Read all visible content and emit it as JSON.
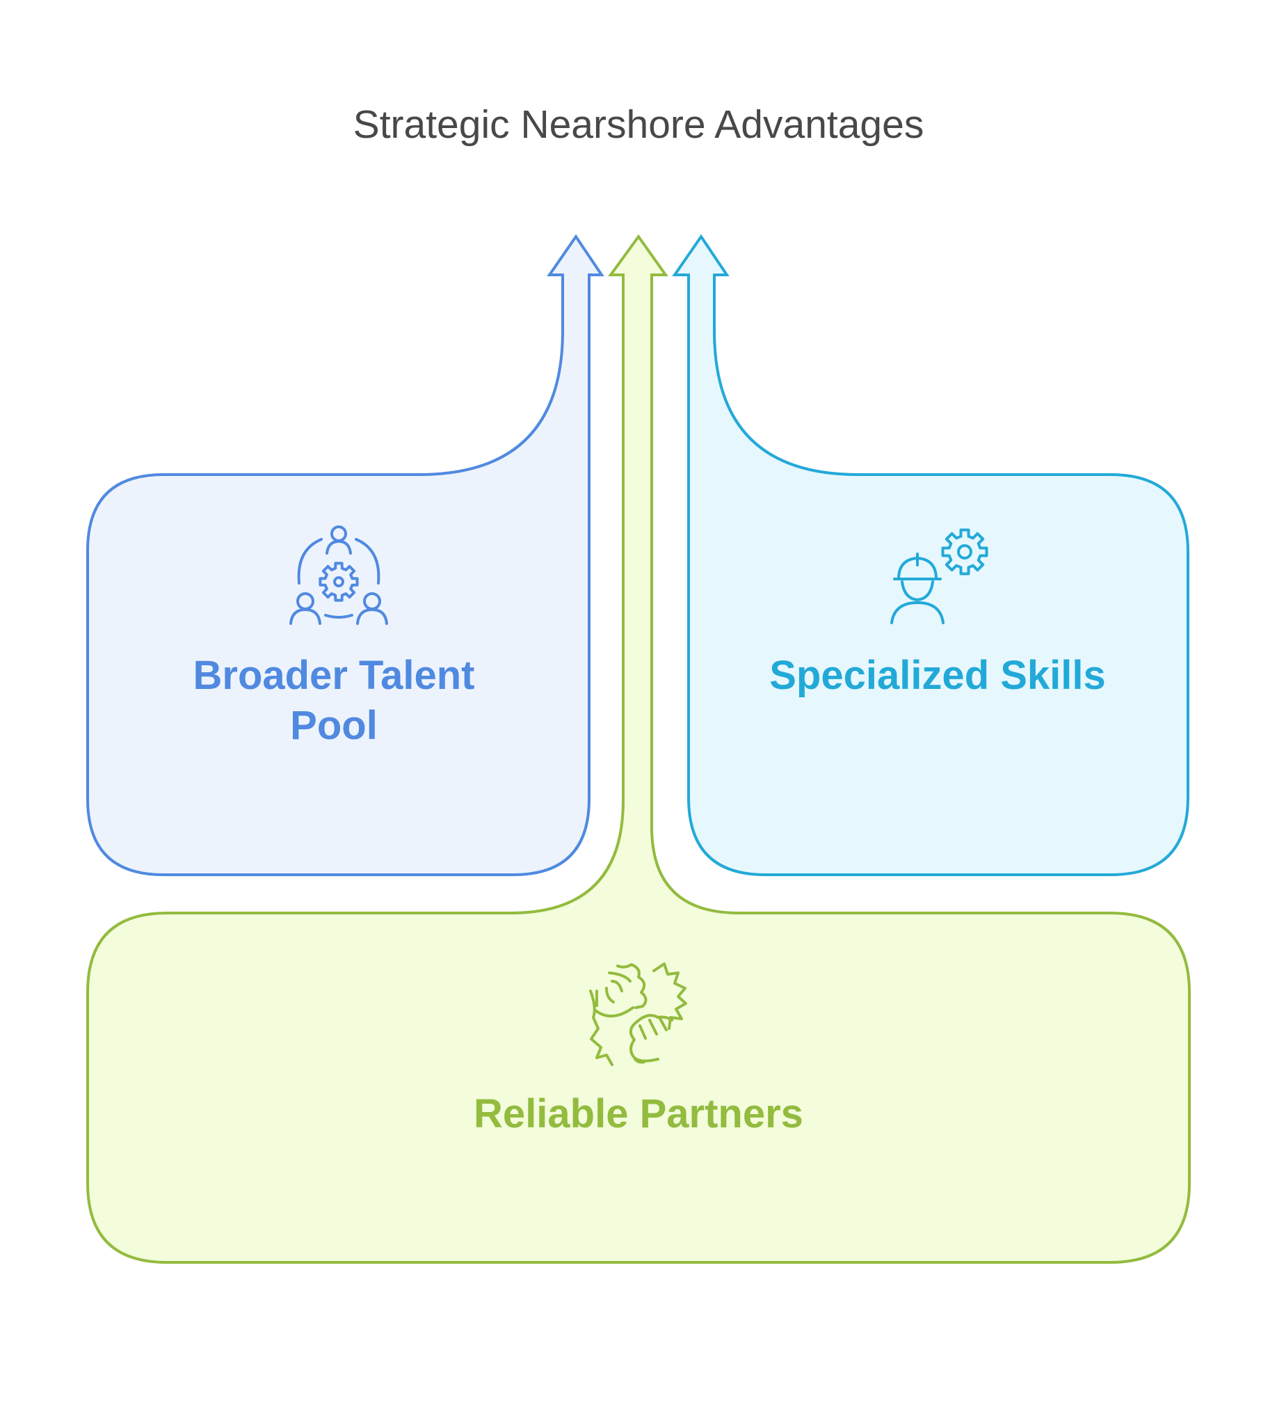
{
  "title": "Strategic Nearshore Advantages",
  "colors": {
    "title": "#484848",
    "talent_stroke": "#5089E0",
    "talent_fill": "#EDF3FD",
    "skills_stroke": "#23A9D8",
    "skills_fill": "#E6F8FE",
    "partners_stroke": "#93BB3E",
    "partners_fill": "#F3FDDC"
  },
  "items": [
    {
      "label_lines": [
        "Broader Talent",
        "Pool"
      ],
      "icon": "team-gear-icon"
    },
    {
      "label_lines": [
        "Specialized Skills"
      ],
      "icon": "engineer-gear-icon"
    },
    {
      "label_lines": [
        "Reliable Partners"
      ],
      "icon": "handshake-gears-icon"
    }
  ]
}
